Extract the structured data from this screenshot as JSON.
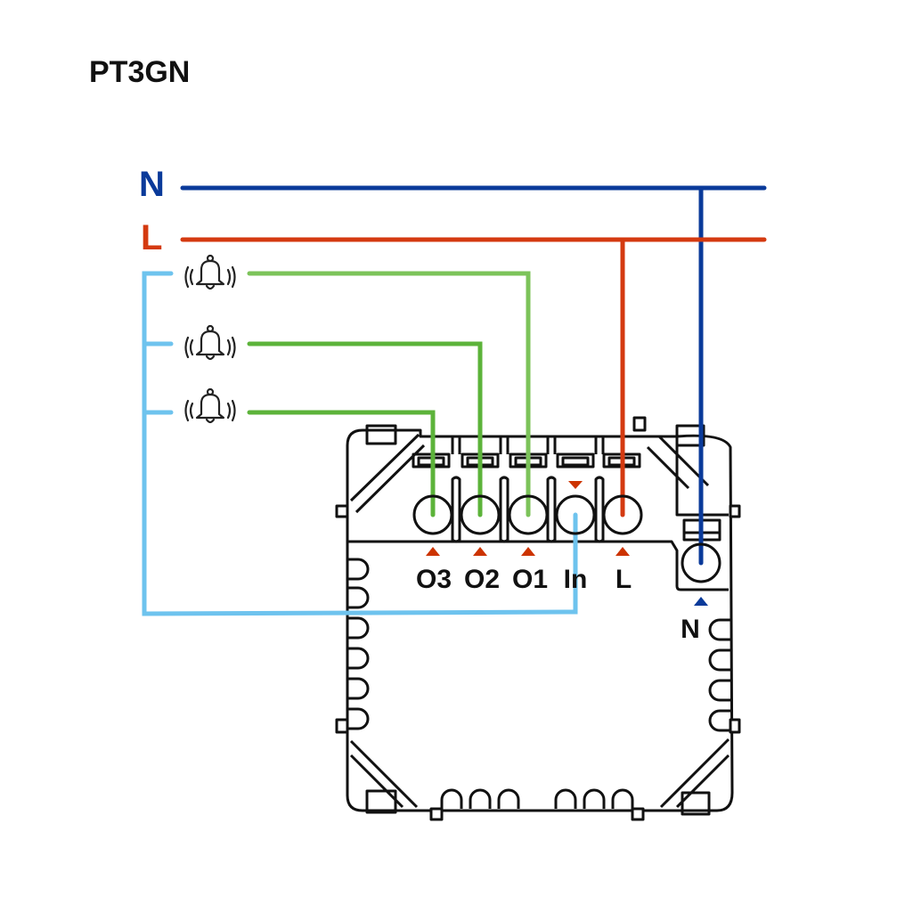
{
  "title": "PT3GN",
  "lines": {
    "neutral": {
      "label": "N",
      "color": "#0a3a9a"
    },
    "live": {
      "label": "L",
      "color": "#d43a10"
    }
  },
  "wire_colors": {
    "input": "#6ec3ee",
    "output_1": "#7cc35a",
    "output_2": "#5cb33a",
    "output_3": "#5cb33a"
  },
  "marker_colors": {
    "terminal_arrow": "#cc3300",
    "neutral_arrow": "#0a3a9a"
  },
  "bells": [
    {
      "icon": "bell-ringing-icon"
    },
    {
      "icon": "bell-ringing-icon"
    },
    {
      "icon": "bell-ringing-icon"
    }
  ],
  "terminals": [
    {
      "label": "O3"
    },
    {
      "label": "O2"
    },
    {
      "label": "O1"
    },
    {
      "label": "In"
    },
    {
      "label": "L"
    }
  ],
  "neutral_terminal": {
    "label": "N"
  }
}
